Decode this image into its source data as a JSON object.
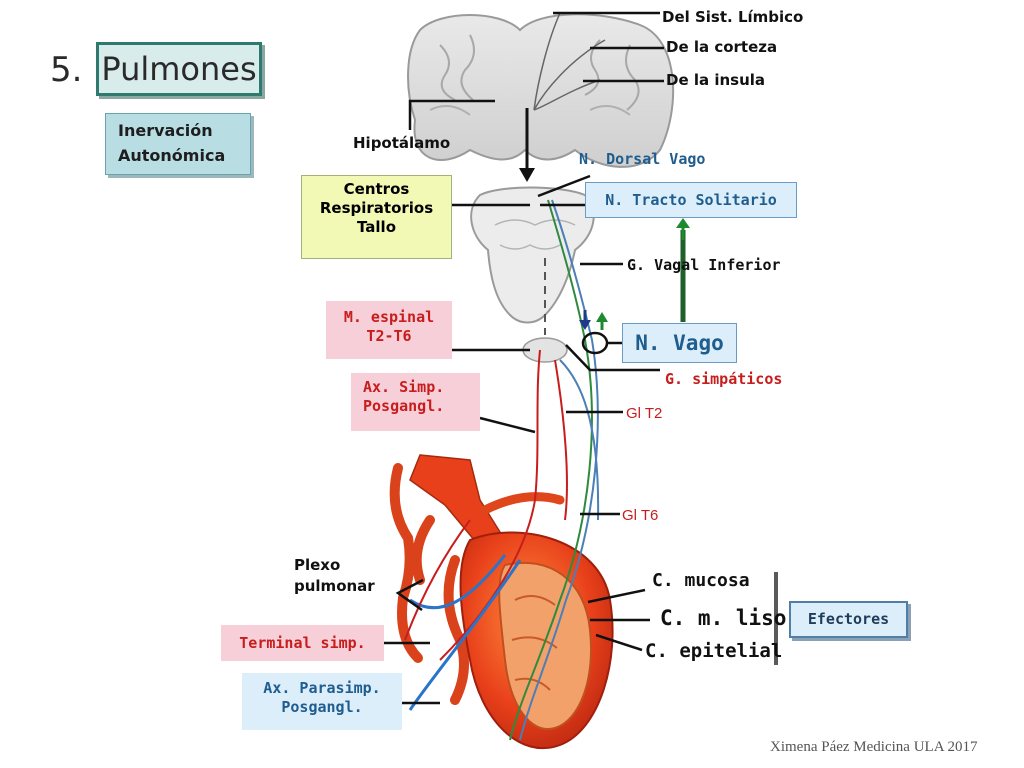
{
  "slide_number": "5.",
  "title": "Pulmones",
  "subtitle_lines": [
    "Inervación",
    "Autonómica"
  ],
  "labels": {
    "limbico": "Del Sist. Límbico",
    "corteza": "De la corteza",
    "insula": "De la insula",
    "hipotalamo": "Hipotálamo",
    "dorsal_vago": "N. Dorsal Vago",
    "tracto_solitario": "N. Tracto Solitario",
    "vagal_inferior": "G. Vagal Inferior",
    "vago": "N. Vago",
    "simpaticos": "G. simpáticos",
    "gl_t2": "Gl T2",
    "gl_t6": "Gl T6",
    "plexo_lines": [
      "Plexo",
      "pulmonar"
    ],
    "mucosa": "C. mucosa",
    "m_liso": "C. m. liso",
    "epitelial": "C. epitelial",
    "efectores": "Efectores"
  },
  "boxes": {
    "centros_lines": [
      "Centros",
      "Respiratorios",
      "Tallo"
    ],
    "espinal_lines": [
      "M. espinal",
      "T2-T6"
    ],
    "axsimp_lines": [
      "Ax. Simp.",
      "Posgangl."
    ],
    "terminal": "Terminal simp.",
    "axpara_lines": [
      "Ax. Parasimp.",
      "Posgangl."
    ]
  },
  "credit": "Ximena Páez Medicina ULA 2017",
  "colors": {
    "sympathetic": "#c81d1d",
    "parasympathetic": "#1f5d8e",
    "afferent_arrow": "#1e8a2e",
    "efferent_arrow": "#1f3a8a"
  },
  "icons": [
    "brain-illustration",
    "brainstem-illustration",
    "spinal-cord-illustration",
    "bronchial-tree-illustration",
    "up-arrow-icon",
    "down-arrow-icon"
  ]
}
